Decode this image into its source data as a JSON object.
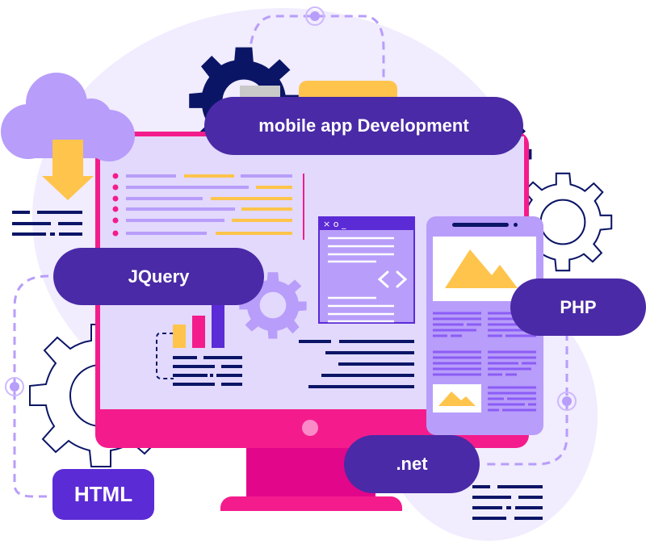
{
  "labels": {
    "mobile_app": "mobile app Development",
    "jquery": "JQuery",
    "php": "PHP",
    "net": ".net",
    "html": "HTML"
  },
  "window_controls": "× o _",
  "code_icon": "< >",
  "icons": {
    "cloud": "cloud-download-icon",
    "gear_dark": "gear-icon",
    "gear_outline": "gear-outline-icon",
    "gear_light": "gear-icon",
    "folder": "folder-icon",
    "bar_chart": "bar-chart-icon",
    "image": "image-icon"
  },
  "colors": {
    "pill": "#4a2aa6",
    "html_badge": "#5b2bd6",
    "monitor_frame": "#f41c8c",
    "monitor_stand": "#e2068a",
    "screen": "#e2d9fd",
    "lavender": "#b89dfa",
    "yellow": "#fec44c",
    "navy": "#0b1566",
    "bg_circle": "#f1ecfe"
  },
  "chart_bars": [
    {
      "color": "#fec44c",
      "height": 28
    },
    {
      "color": "#f41c8c",
      "height": 40
    },
    {
      "color": "#5b2bd6",
      "height": 55
    }
  ]
}
